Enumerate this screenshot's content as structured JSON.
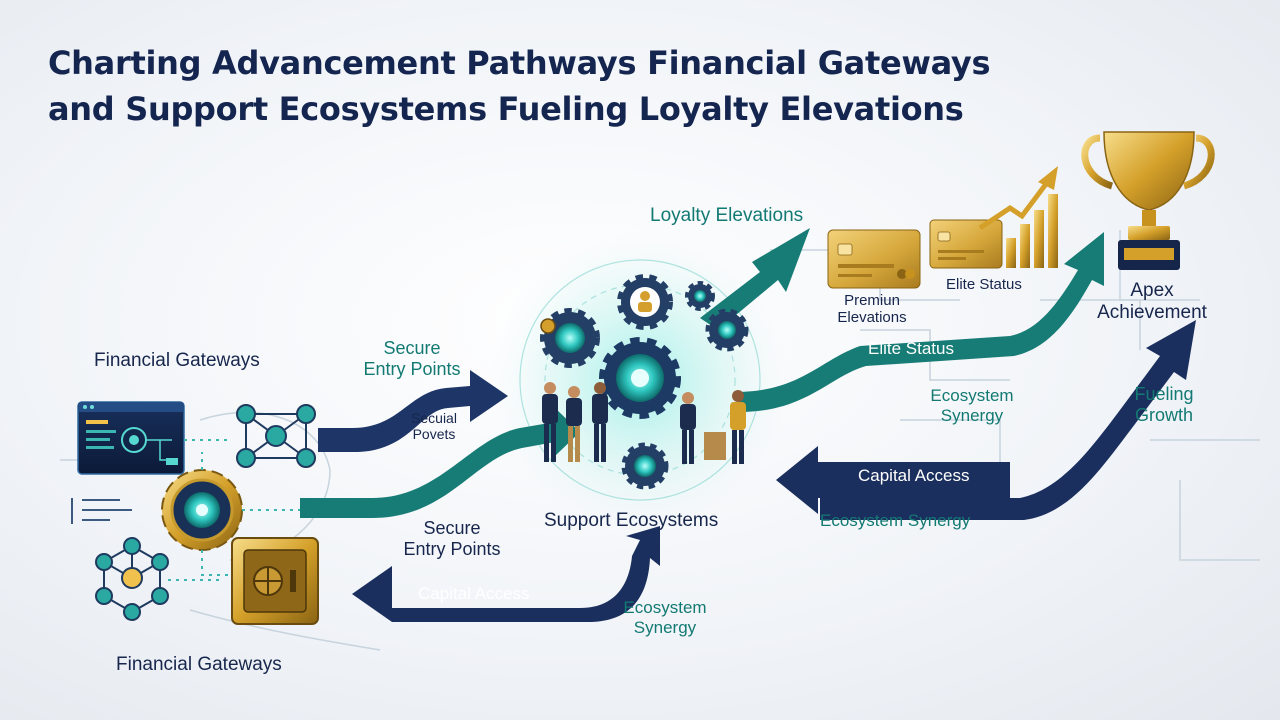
{
  "title": {
    "line1": "Charting Advancement Pathways Financial Gateways",
    "line2": "and Support Ecosystems Fueling Loyalty Elevations"
  },
  "labels": {
    "financial_gateways_top": "Financial Gateways",
    "financial_gateways_bottom": "Financial Gateways",
    "secure_entry_points_top": "Secure\nEntry Points",
    "secure_entry_points_bottom": "Secure\nEntry Points",
    "secuial_povets": "Secuial\nPovets",
    "capital_access_left": "Capital Access",
    "capital_access_right": "Capital Access",
    "support_ecosystems": "Support Ecosystems",
    "ecosystem_synergy_bottom": "Ecosystem\nSynergy",
    "loyalty_elevations": "Loyalty Elevations",
    "premium_elevations": "Premiun\nElevations",
    "elite_status_card": "Elite Status",
    "elite_status_arrow": "Elite Status",
    "ecosystem_synergy_mid": "Ecosystem\nSynergy",
    "ecosystem_synergy_right": "Ecosystem Synergy",
    "apex_achievement": "Apex\nAchievement",
    "fueling_growth": "Fueling\nGrowth"
  },
  "colors": {
    "navy": "#17264c",
    "teal": "#137a73",
    "gold": "#d4a02a",
    "glow": "#4fd6d0"
  },
  "icons": [
    "browser-panel-icon",
    "node-network-icon",
    "gear-icon",
    "vault-icon",
    "people-group-icon",
    "credit-card-icon",
    "bar-chart-icon",
    "trophy-icon"
  ]
}
